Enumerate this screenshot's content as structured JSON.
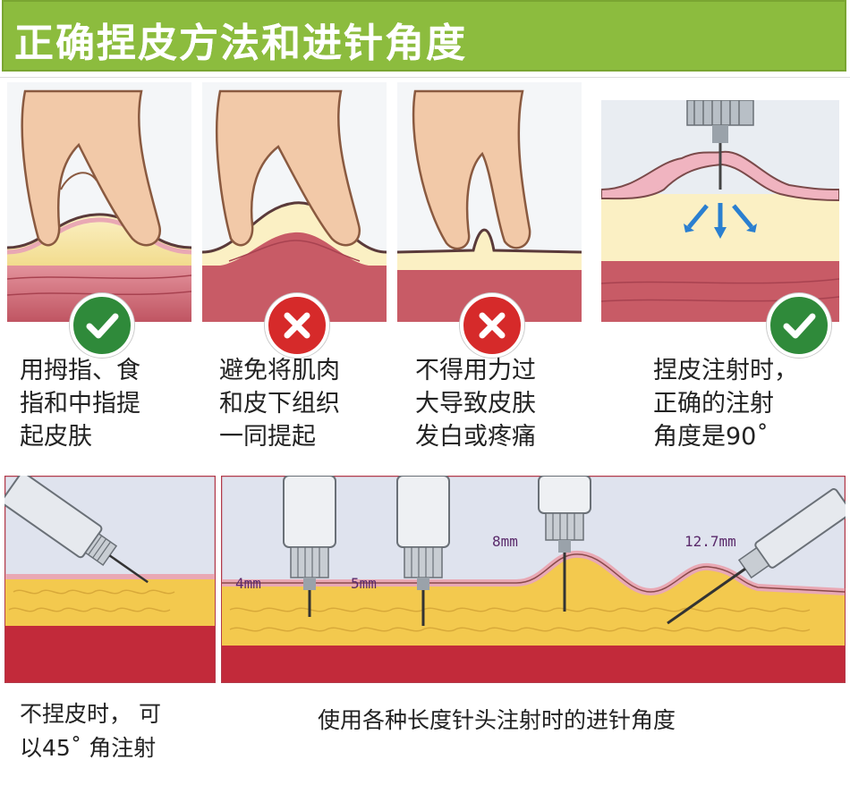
{
  "title": "正确捏皮方法和进针角度",
  "panels": [
    {
      "caption": "用拇指、食\n指和中指提\n起皮肤",
      "status": "correct"
    },
    {
      "caption": "避免将肌肉\n和皮下组织\n一同提起",
      "status": "wrong"
    },
    {
      "caption": "不得用力过\n大导致皮肤\n发白或疼痛",
      "status": "wrong"
    },
    {
      "caption": "捏皮注射时，\n 正确的注射\n角度是90˚",
      "status": "correct"
    }
  ],
  "bottom_left_caption": "不捏皮时，  可\n以45˚ 角注射",
  "bottom_right_caption": "使用各种长度针头注射时的进针角度",
  "needle_labels": [
    "4mm",
    "5mm",
    "8mm",
    "12.7mm"
  ],
  "colors": {
    "banner": "#8cbc3e",
    "correct": "#2f8a3a",
    "wrong": "#d62a2a",
    "fat": "#f3d77a",
    "muscle": "#c85b66",
    "skin": "#e9a8b4"
  },
  "icons": {
    "correct": "check-icon",
    "wrong": "cross-icon"
  }
}
